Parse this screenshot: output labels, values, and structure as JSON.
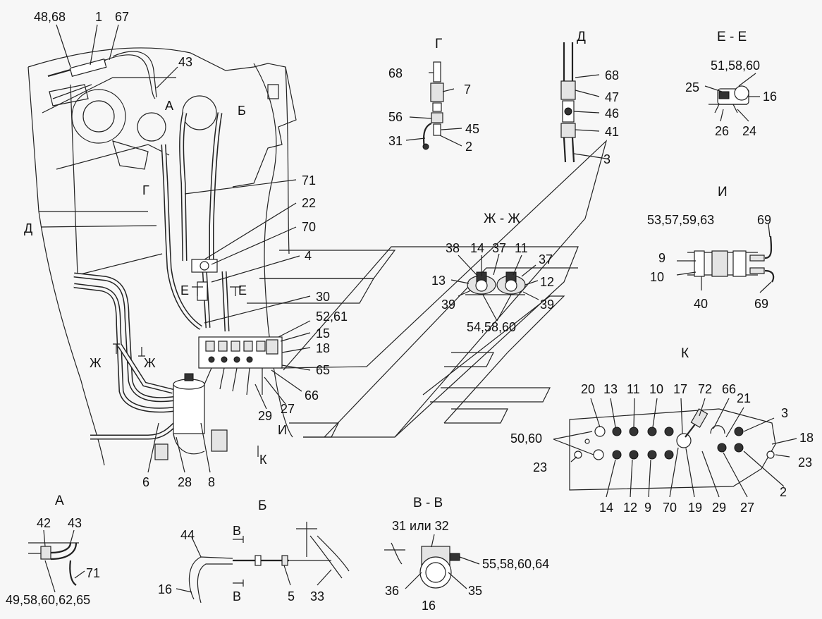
{
  "callouts": {
    "c_48_68": "48,68",
    "c_1": "1",
    "c_67": "67",
    "c_43": "43",
    "c_71": "71",
    "c_22": "22",
    "c_70": "70",
    "c_4": "4",
    "c_30": "30",
    "c_52_61": "52,61",
    "c_15": "15",
    "c_18": "18",
    "c_65": "65",
    "c_66": "66",
    "c_27": "27",
    "c_29": "29",
    "c_6": "6",
    "c_28": "28",
    "c_8": "8"
  },
  "markers": {
    "A": "А",
    "B": "Б",
    "G": "Г",
    "D": "Д",
    "E1": "Е",
    "E2": "Е",
    "ZH1": "Ж",
    "ZH2": "Ж",
    "I": "И",
    "K": "К"
  },
  "view_g": {
    "title": "Г",
    "labels": [
      "68",
      "7",
      "56",
      "45",
      "31",
      "2"
    ]
  },
  "view_d": {
    "title": "Д",
    "labels": [
      "68",
      "47",
      "46",
      "41",
      "3"
    ]
  },
  "view_ee": {
    "title": "Е - Е",
    "labels": [
      "51,58,60",
      "25",
      "16",
      "26",
      "24"
    ]
  },
  "view_zhzh": {
    "title": "Ж - Ж",
    "labels": [
      "38",
      "14",
      "37",
      "11",
      "37",
      "13",
      "12",
      "39",
      "39",
      "54,58,60"
    ]
  },
  "view_i": {
    "title": "И",
    "labels": [
      "53,57,59,63",
      "69",
      "9",
      "10",
      "40",
      "69"
    ]
  },
  "view_k": {
    "title": "К",
    "top_labels": [
      "20",
      "13",
      "11",
      "10",
      "17",
      "72",
      "66",
      "21",
      "3"
    ],
    "side_labels": [
      "50,60",
      "18",
      "23",
      "23",
      "2"
    ],
    "bottom_labels": [
      "14",
      "12",
      "9",
      "70",
      "19",
      "29",
      "27"
    ]
  },
  "view_a": {
    "title": "А",
    "labels": [
      "42",
      "43",
      "71",
      "49,58,60,62,65"
    ]
  },
  "view_b": {
    "title": "Б",
    "labels": [
      "44",
      "В",
      "В",
      "16",
      "5",
      "33"
    ]
  },
  "view_vv": {
    "title": "В - В",
    "labels": [
      "31 или 32",
      "55,58,60,64",
      "36",
      "16",
      "35"
    ]
  }
}
